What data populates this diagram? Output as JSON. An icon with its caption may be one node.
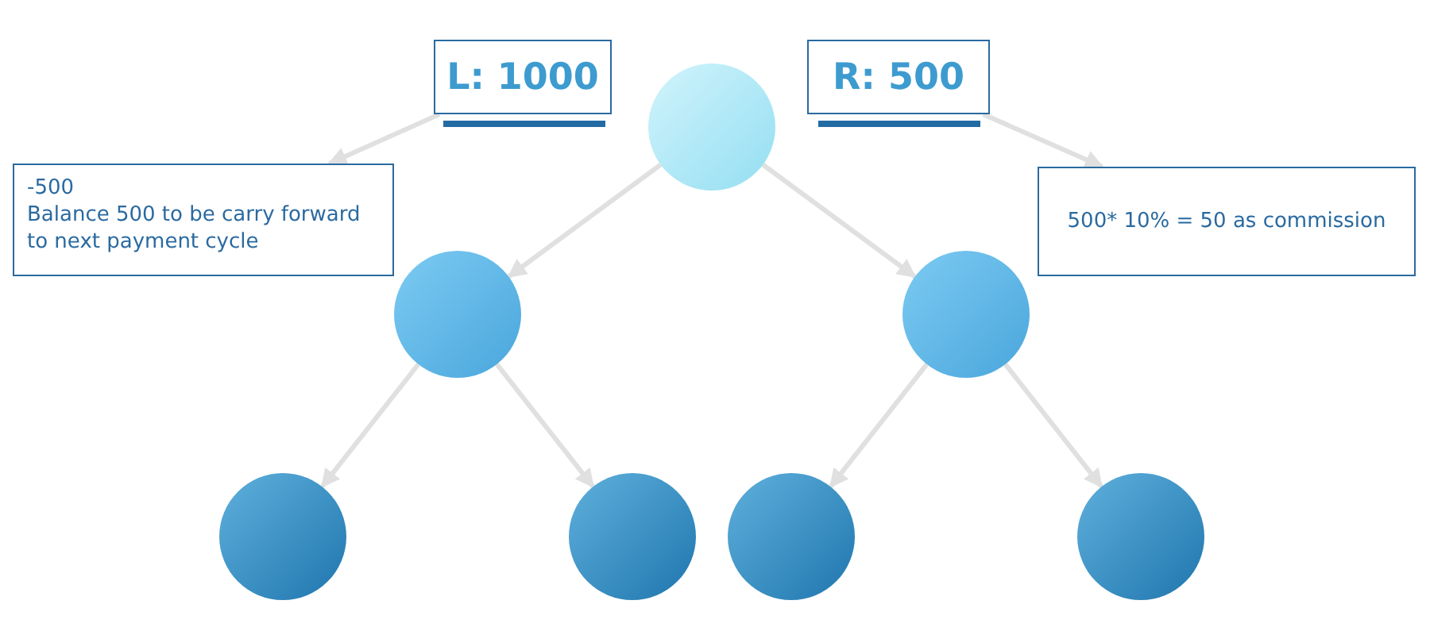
{
  "diagram": {
    "nodes": [
      {
        "text": [
          "L: 1000"
        ]
      },
      {
        "text": [],
        "shape": "circle"
      },
      {
        "text": [
          "R: 500"
        ]
      },
      {
        "text": [
          "-500",
          "Balance 500 to be carry forward to next payment cycle"
        ]
      },
      {
        "text": [],
        "shape": "circle"
      },
      {
        "text": [],
        "shape": "circle"
      },
      {
        "text": [
          "500* 10% = 50 as commission"
        ]
      },
      {
        "text": [],
        "shape": "circle"
      },
      {
        "text": [],
        "shape": "circle"
      },
      {
        "text": [],
        "shape": "circle"
      },
      {
        "text": [],
        "shape": "circle"
      }
    ],
    "edges": [
      {
        "from": 0,
        "to": 3,
        "arrow": "to"
      },
      {
        "from": 2,
        "to": 6,
        "arrow": "to"
      },
      {
        "from": 1,
        "to": 4,
        "arrow": "to"
      },
      {
        "from": 1,
        "to": 5,
        "arrow": "to"
      },
      {
        "from": 4,
        "to": 7,
        "arrow": "to"
      },
      {
        "from": 4,
        "to": 8,
        "arrow": "to"
      },
      {
        "from": 5,
        "to": 9,
        "arrow": "to"
      },
      {
        "from": 5,
        "to": 10,
        "arrow": "to"
      }
    ]
  }
}
